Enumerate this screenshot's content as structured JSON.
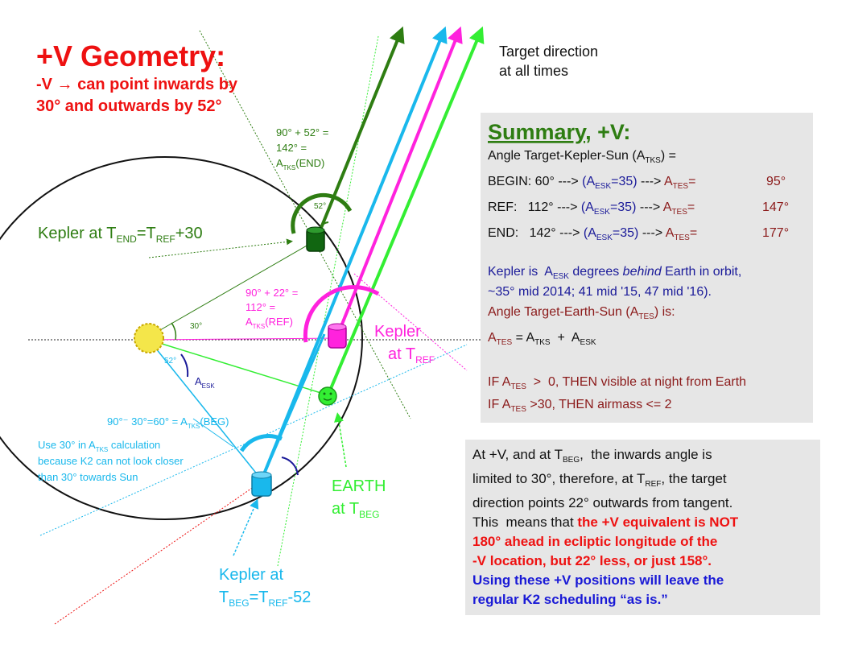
{
  "title": "+V Geometry:",
  "subtitle_l1": "-V → can point inwards by",
  "subtitle_l2": "30° and outwards by 52°",
  "target_l1": "Target direction",
  "target_l2": "at all times",
  "end_l1": "90° + 52° =",
  "end_l2": "142° =",
  "end_a": "A",
  "end_sub": "TKS",
  "end_tail": "(END)",
  "ang52": "52°",
  "ang30": "30°",
  "ang52b": "52°",
  "kend_pre": "Kepler at T",
  "kend_s1": "END",
  "kend_eq": "=T",
  "kend_s2": "REF",
  "kend_tail": "+30",
  "ref_l1": "90° + 22° =",
  "ref_l2": "112° =",
  "ref_a": "A",
  "ref_sub": "TKS",
  "ref_tail": "(REF)",
  "kref_l1": "Kepler",
  "kref_pre": "at T",
  "kref_sub": "REF",
  "aesk_a": "A",
  "aesk_sub": "ESK",
  "beg_pre": "90°⁻ 30°=60° = A",
  "beg_sub": "TKS",
  "beg_tail": "(BEG)",
  "use_pre": "Use 30°  in A",
  "use_sub": "TKS",
  "use_tail": "  calculation",
  "use_l2": "because K2  can not look closer",
  "use_l3": "than 30° towards Sun",
  "earth_l1": "EARTH",
  "earth_pre": "at T",
  "earth_sub": "BEG",
  "kbeg_l1": "Kepler at",
  "kbeg_t": "T",
  "kbeg_s1": "BEG",
  "kbeg_eq": "=T",
  "kbeg_s2": "REF",
  "kbeg_tail": "-52",
  "summary": {
    "title": "Summary",
    "title_tail": ", +V:",
    "l1_pre": "Angle Target-Kepler-Sun (A",
    "l1_sub": "TKS",
    "l1_tail": ") =",
    "rows": [
      {
        "label": "BEGIN: 60°",
        "arrow1": "--->",
        "a": "(A",
        "asub": "ESK",
        "ap": "=35)",
        "arrow2": "--->",
        "b": "A",
        "bsub": "TES",
        "eq": "=",
        "val": "95°"
      },
      {
        "label": "REF:   112°",
        "arrow1": "--->",
        "a": "(A",
        "asub": "ESK",
        "ap": "=35)",
        "arrow2": "--->",
        "b": "A",
        "bsub": "TES",
        "eq": "=",
        "val": "147°"
      },
      {
        "label": "END:   142°",
        "arrow1": "--->",
        "a": "(A",
        "asub": "ESK",
        "ap": "=35)",
        "arrow2": "--->",
        "b": "A",
        "bsub": "TES",
        "eq": "=",
        "val": "177°"
      }
    ],
    "k_pre": "Kepler is  A",
    "k_sub": "ESK",
    "k_mid": " degrees ",
    "k_em": "behind",
    "k_tail": " Earth in orbit,",
    "k_l2": "~35° mid 2014; 41 mid '15,  47 mid '16).",
    "tes_pre": "Angle Target-Earth-Sun (A",
    "tes_sub": "TES",
    "tes_tail": ") is:",
    "f_a": "A",
    "f_asub": "TES",
    "f_eq": " = A",
    "f_bsub": "TKS",
    "f_plus": "  +  A",
    "f_csub": "ESK",
    "if1_pre": "IF A",
    "if1_sub": "TES",
    "if1_tail": "  >  0, THEN visible at night from Earth",
    "if2_pre": "IF A",
    "if2_sub": "TES",
    "if2_tail": " >30, THEN airmass <= 2"
  },
  "bottom": {
    "l1_pre": "At +V, and at T",
    "l1_sub": "BEG",
    "l1_tail": ",  the inwards angle is",
    "l2_pre": "limited to 30°, therefore, at T",
    "l2_sub": "REF",
    "l2_tail": ", the target",
    "l3": "direction  points 22° outwards from tangent.",
    "l4_black": "This  means that ",
    "l4_red": "the +V equivalent is NOT",
    "l5": "180° ahead in ecliptic longitude of the",
    "l6": "-V location, but 22° less, or just 158°.",
    "l7": "Using these +V positions will leave the",
    "l8": "regular K2 scheduling “as is.”"
  },
  "colors": {
    "red": "#ee1111",
    "green": "#2e7d12",
    "dark_green": "#116611",
    "cyan": "#19b8ec",
    "magenta": "#ff22dd",
    "lime": "#33ee33",
    "navy": "#1a1a99",
    "dark_red": "#8b1a1a",
    "sun": "#f4e64a",
    "box": "#e6e6e6"
  }
}
